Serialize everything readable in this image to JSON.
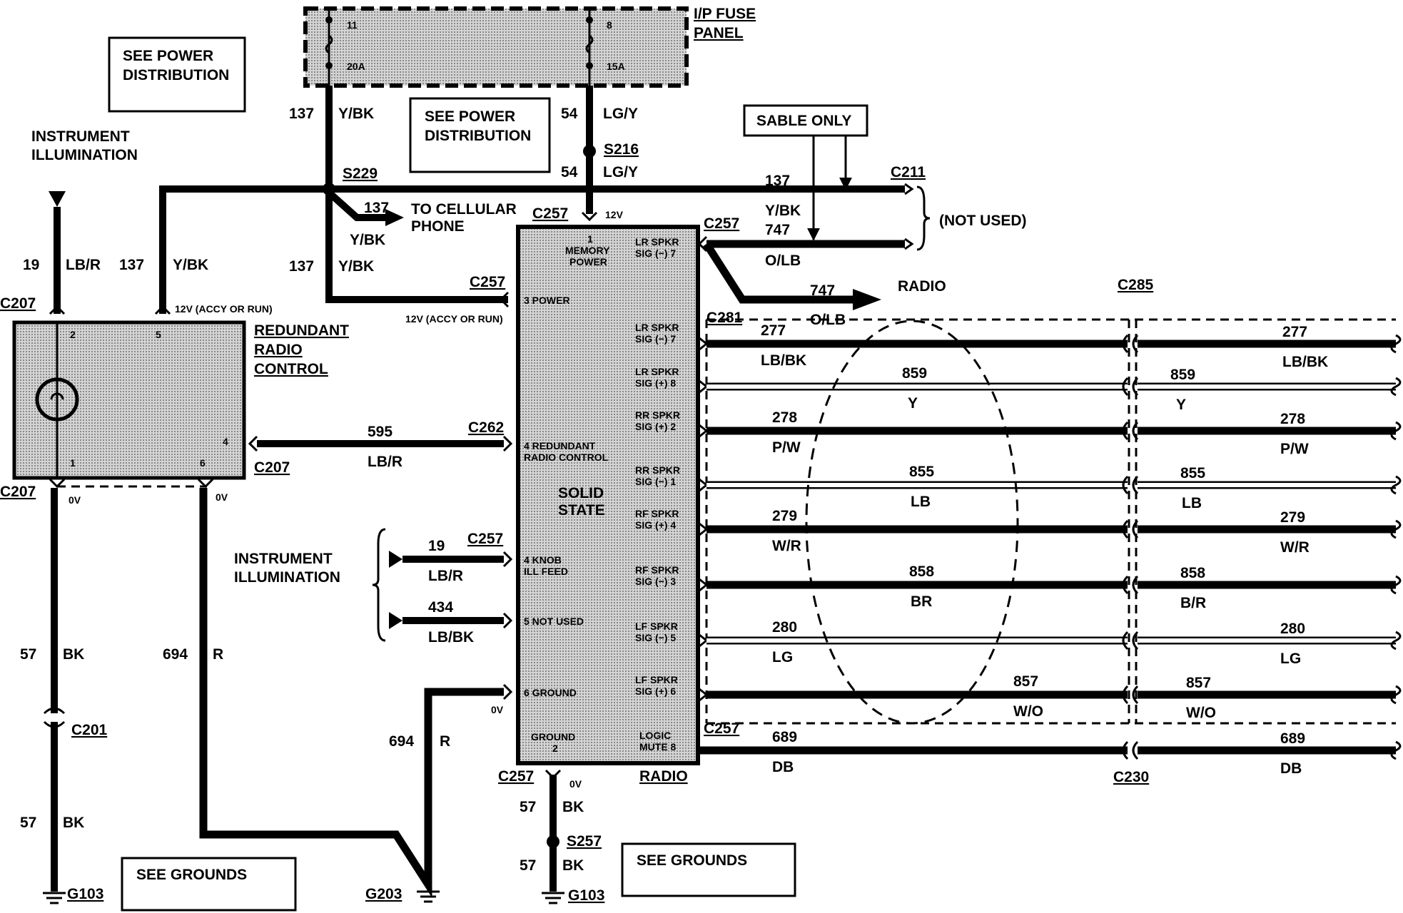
{
  "labels": {
    "ip_fuse_panel_1": "I/P FUSE",
    "ip_fuse_panel_2": "PANEL",
    "fuse_a_num": "11",
    "fuse_a_rating": "20A",
    "fuse_b_num": "8",
    "fuse_b_rating": "15A",
    "see_power_1": "SEE POWER",
    "distribution": "DISTRIBUTION",
    "see_grounds": "SEE GROUNDS",
    "sable_only": "SABLE ONLY",
    "not_used": "(NOT USED)",
    "instrument_illum_1": "INSTRUMENT",
    "instrument_illum_2": "ILLUMINATION",
    "to_cellular_1": "TO CELLULAR",
    "to_cellular_2": "PHONE",
    "radio": "RADIO",
    "redundant_1": "REDUNDANT",
    "redundant_2": "RADIO",
    "redundant_3": "CONTROL",
    "solid_1": "SOLID",
    "solid_2": "STATE",
    "v12": "12V",
    "v12_accy": "12V (ACCY OR RUN)",
    "v0": "0V"
  },
  "connectors": {
    "s229": "S229",
    "s216": "S216",
    "c257": "C257",
    "c211": "C211",
    "c207": "C207",
    "c262": "C262",
    "c281": "C281",
    "c285": "C285",
    "c201": "C201",
    "c230": "C230",
    "g103": "G103",
    "g203": "G203",
    "s257": "S257"
  },
  "wires": {
    "w137": "137",
    "ybk": "Y/BK",
    "w54": "54",
    "lgy": "LG/Y",
    "w747": "747",
    "olb": "O/LB",
    "w19": "19",
    "lbr": "LB/R",
    "w595": "595",
    "w434": "434",
    "lbbk": "LB/BK",
    "w57": "57",
    "bk": "BK",
    "w694": "694",
    "r": "R",
    "w277": "277",
    "w859": "859",
    "y": "Y",
    "w278": "278",
    "pw": "P/W",
    "w855": "855",
    "lb": "LB",
    "w279": "279",
    "wr": "W/R",
    "w858": "858",
    "br": "BR",
    "b_r": "B/R",
    "w280": "280",
    "lg": "LG",
    "w857": "857",
    "wo": "W/O",
    "w689": "689",
    "db": "DB"
  },
  "pins": {
    "memory_1": "1",
    "memory_2": "MEMORY",
    "memory_3": "POWER",
    "power": "3  POWER",
    "rrc_1": "4  REDUNDANT",
    "rrc_2": "RADIO CONTROL",
    "knob_1": "4  KNOB",
    "knob_2": "ILL FEED",
    "notused": "5  NOT USED",
    "ground6": "6  GROUND",
    "ground2_1": "GROUND",
    "ground2_2": "2",
    "lr_neg_1": "LR SPKR",
    "lr_neg_2": "SIG (−)  7",
    "lr_neg_b_1": "LR SPKR",
    "lr_neg_b_2": "SIG (−)  7",
    "lr_pos_1": "LR SPKR",
    "lr_pos_2": "SIG (+)  8",
    "rr_pos_1": "RR SPKR",
    "rr_pos_2": "SIG (+)  2",
    "rr_neg_1": "RR SPKR",
    "rr_neg_2": "SIG (−)  1",
    "rf_pos_1": "RF SPKR",
    "rf_pos_2": "SIG (+)  4",
    "rf_neg_1": "RF SPKR",
    "rf_neg_2": "SIG (−)  3",
    "lf_neg_1": "LF SPKR",
    "lf_neg_2": "SIG (−)  5",
    "lf_pos_1": "LF SPKR",
    "lf_pos_2": "SIG (+)  6",
    "logic_1": "LOGIC",
    "logic_2": "MUTE  8",
    "rrc_p2": "2",
    "rrc_p5": "5",
    "rrc_p4": "4",
    "rrc_p1": "1",
    "rrc_p6": "6"
  },
  "colors": {
    "ink": "#000000",
    "paper": "#ffffff",
    "component_fill": "#c8c8c8"
  }
}
